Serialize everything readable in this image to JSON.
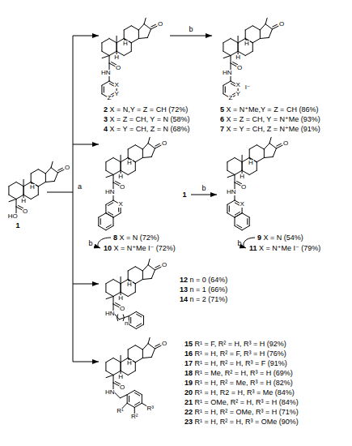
{
  "diagram": {
    "labels": [
      "H",
      "H",
      "O",
      "O",
      "HO",
      "1",
      "H",
      "H",
      "O",
      "O",
      "HN",
      "X",
      "Y",
      "Z",
      "b",
      "H",
      "H",
      "O",
      "O",
      "HN",
      "X",
      "Y",
      "Z",
      "I⁻",
      "2 X = N,Y = Z = CH (72%)",
      "3 X = Z = CH, Y = N (58%)",
      "4 X = Y = CH, Z = N (68%)",
      "5 X = N⁺Me,Y = Z = CH (86%)",
      "6 X = Z = CH, Y = N⁺Me (93%)",
      "7 X = Y = CH, Z = N⁺Me (91%)",
      "a",
      "H",
      "H",
      "O",
      "O",
      "HN",
      "X",
      "8 X = N (72%)",
      "b",
      "10 X = N⁺Me I⁻ (72%)",
      "1",
      "b",
      "H",
      "H",
      "O",
      "O",
      "HN",
      "X",
      "9 X = N (54%)",
      "b",
      "11 X = N⁺Me I⁻ (79%)",
      "H",
      "H",
      "O",
      "O",
      "HN",
      "n",
      "12 n = 0 (64%)",
      "13 n = 1 (66%)",
      "14 n = 2 (71%)",
      "H",
      "H",
      "O",
      "O",
      "HN",
      "R¹",
      "R²",
      "R³",
      "15 R¹ = F, R² = H, R³ = H (92%)",
      "16 R¹ = H, R² = F, R³ = H (76%)",
      "17 R¹ = H, R² = H, R³ = F (91%)",
      "18 R¹ = Me, R² = H, R³ = H (69%)",
      "19 R¹ = H, R² = Me, R³ = H (82%)",
      "20 R¹ = H, R2 = H, R³ = Me (84%)",
      "21 R¹ = OMe, R² = H, R³ = H (84%)",
      "22 R¹ = H, R² = OMe, R³ = H (71%)",
      "23 R¹ = H, R² = H, R³ = OMe (90%)"
    ]
  }
}
